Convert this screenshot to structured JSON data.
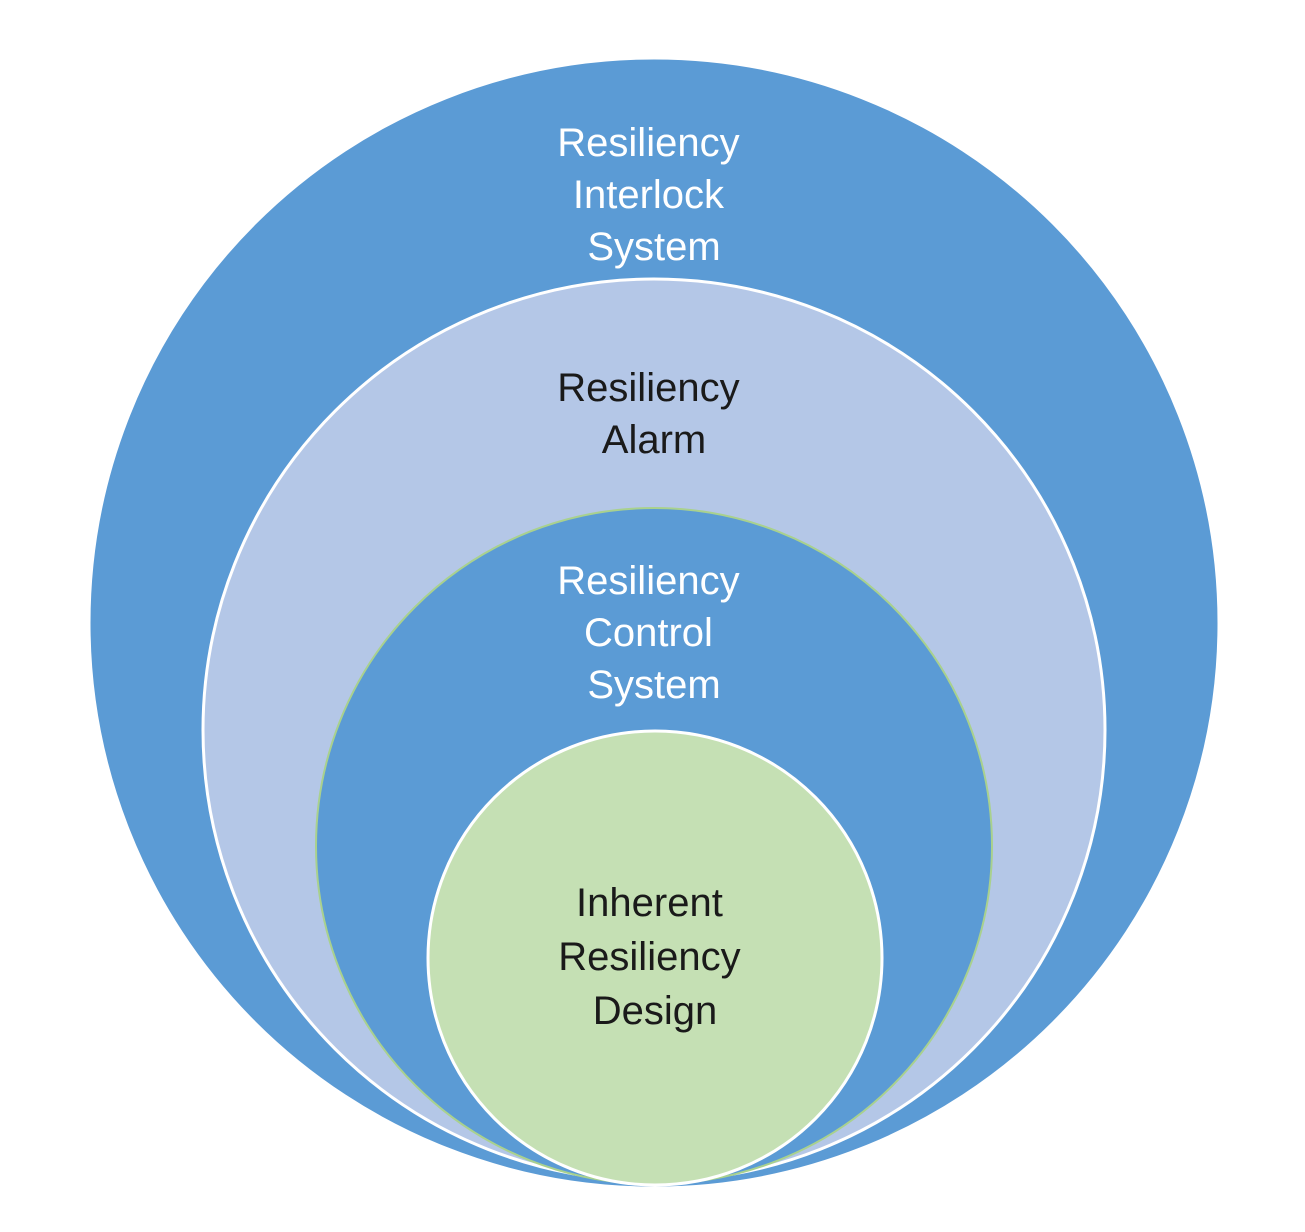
{
  "layers": [
    {
      "id": "outer",
      "lines": [
        "Resiliency",
        "Interlock",
        "System"
      ],
      "fill": "#5b9bd5",
      "text_color": "#ffffff"
    },
    {
      "id": "second",
      "lines": [
        "Resiliency",
        "Alarm"
      ],
      "fill": "#b4c7e7",
      "text_color": "#1a1a1a"
    },
    {
      "id": "third",
      "lines": [
        "Resiliency",
        "Control",
        "System"
      ],
      "fill": "#5b9bd5",
      "text_color": "#ffffff"
    },
    {
      "id": "inner",
      "lines": [
        "Inherent",
        "Resiliency",
        "Design"
      ],
      "fill": "#c5e0b4",
      "text_color": "#1a1a1a"
    }
  ]
}
